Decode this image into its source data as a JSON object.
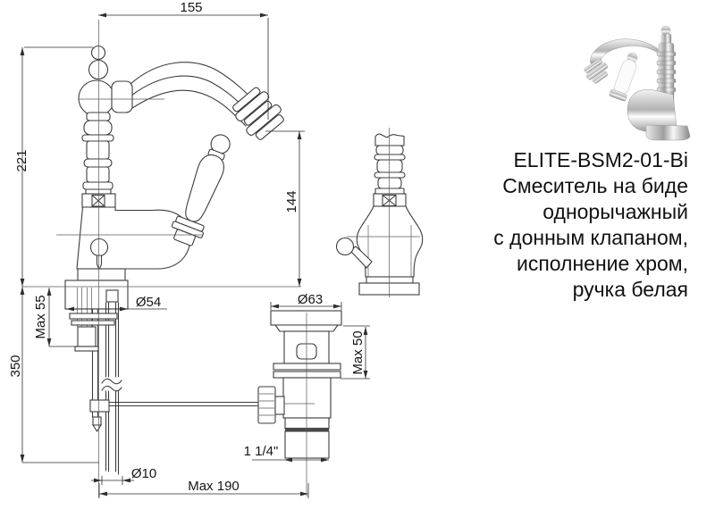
{
  "product": {
    "code": "ELITE-BSM2-01-Bi",
    "description_lines": [
      "Смеситель на биде",
      "однорычажный",
      "с донным клапаном,",
      "исполнение хром,",
      "ручка белая"
    ]
  },
  "dimensions": {
    "spout_reach": "155",
    "total_height": "221",
    "spout_outlet_height": "144",
    "max_deck_thickness": "Max 55",
    "below_deck_length": "350",
    "base_diameter": "Ø54",
    "drain_flange_diameter": "Ø63",
    "drain_max_clamp": "Max 50",
    "drain_thread": "1 1/4\"",
    "rod_diameter": "Ø10",
    "max_horizontal_reach": "Max 190"
  },
  "colors": {
    "line": "#3c3c3c",
    "text": "#111111",
    "background": "#ffffff"
  }
}
